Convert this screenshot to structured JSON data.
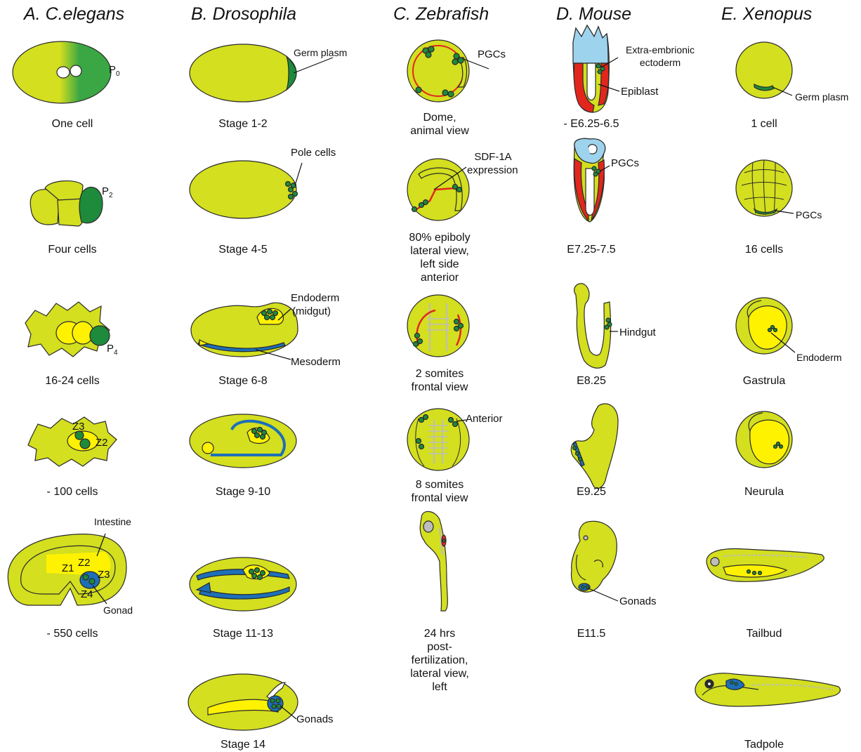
{
  "columns": {
    "a": "A. C.elegans",
    "b": "B. Drosophila",
    "c": "C. Zebrafish",
    "d": "D. Mouse",
    "e": "E. Xenopus"
  },
  "celegans": {
    "captions": [
      "One cell",
      "Four cells",
      "16-24 cells",
      "- 100 cells",
      "- 550 cells"
    ],
    "labels": {
      "p0": "P",
      "p0_sub": "0",
      "p2": "P",
      "p2_sub": "2",
      "p4": "P",
      "p4_sub": "4",
      "z3_100": "Z3",
      "z2_100": "Z2",
      "intestine": "Intestine",
      "z1": "Z1",
      "z2": "Z2",
      "z3": "Z3",
      "z4": "Z4",
      "gonad": "Gonad"
    }
  },
  "drosophila": {
    "captions": [
      "Stage 1-2",
      "Stage 4-5",
      "Stage 6-8",
      "Stage 9-10",
      "Stage 11-13",
      "Stage 14"
    ],
    "labels": {
      "germ_plasm": "Germ plasm",
      "pole_cells": "Pole cells",
      "endoderm": "Endoderm",
      "midgut": "(midgut)",
      "mesoderm": "Mesoderm",
      "gonads": "Gonads"
    }
  },
  "zebrafish": {
    "captions": [
      [
        "Dome,",
        "animal view"
      ],
      [
        "80% epiboly",
        "lateral view,",
        "left side",
        "anterior"
      ],
      [
        "2 somites",
        "frontal view"
      ],
      [
        "8 somites",
        "frontal view"
      ],
      [
        "24 hrs",
        "post-",
        "fertilization,",
        "lateral view,",
        "left"
      ]
    ],
    "labels": {
      "pgcs": "PGCs",
      "sdf1": "SDF-1A",
      "expression": "expression",
      "anterior": "Anterior"
    }
  },
  "mouse": {
    "captions": [
      "- E6.25-6.5",
      "E7.25-7.5",
      "E8.25",
      "E9.25",
      "E11.5"
    ],
    "labels": {
      "extra1": "Extra-embrionic",
      "extra2": "ectoderm",
      "epiblast": "Epiblast",
      "pgcs": "PGCs",
      "hindgut": "Hindgut",
      "gonads": "Gonads"
    }
  },
  "xenopus": {
    "captions": [
      "1 cell",
      "16 cells",
      "Gastrula",
      "Neurula",
      "Tailbud",
      "Tadpole"
    ],
    "labels": {
      "germ_plasm": "Germ plasm",
      "pgcs": "PGCs",
      "endoderm": "Endoderm"
    }
  },
  "colors": {
    "embryo": "#d3df1f",
    "germ": "#1e8a3c",
    "yolk": "#fff200",
    "blue": "#1d6fb8",
    "red": "#e3261d",
    "lightblue": "#9ed3ee",
    "grey": "#bdbdbd",
    "outline": "#2a2a2a"
  }
}
